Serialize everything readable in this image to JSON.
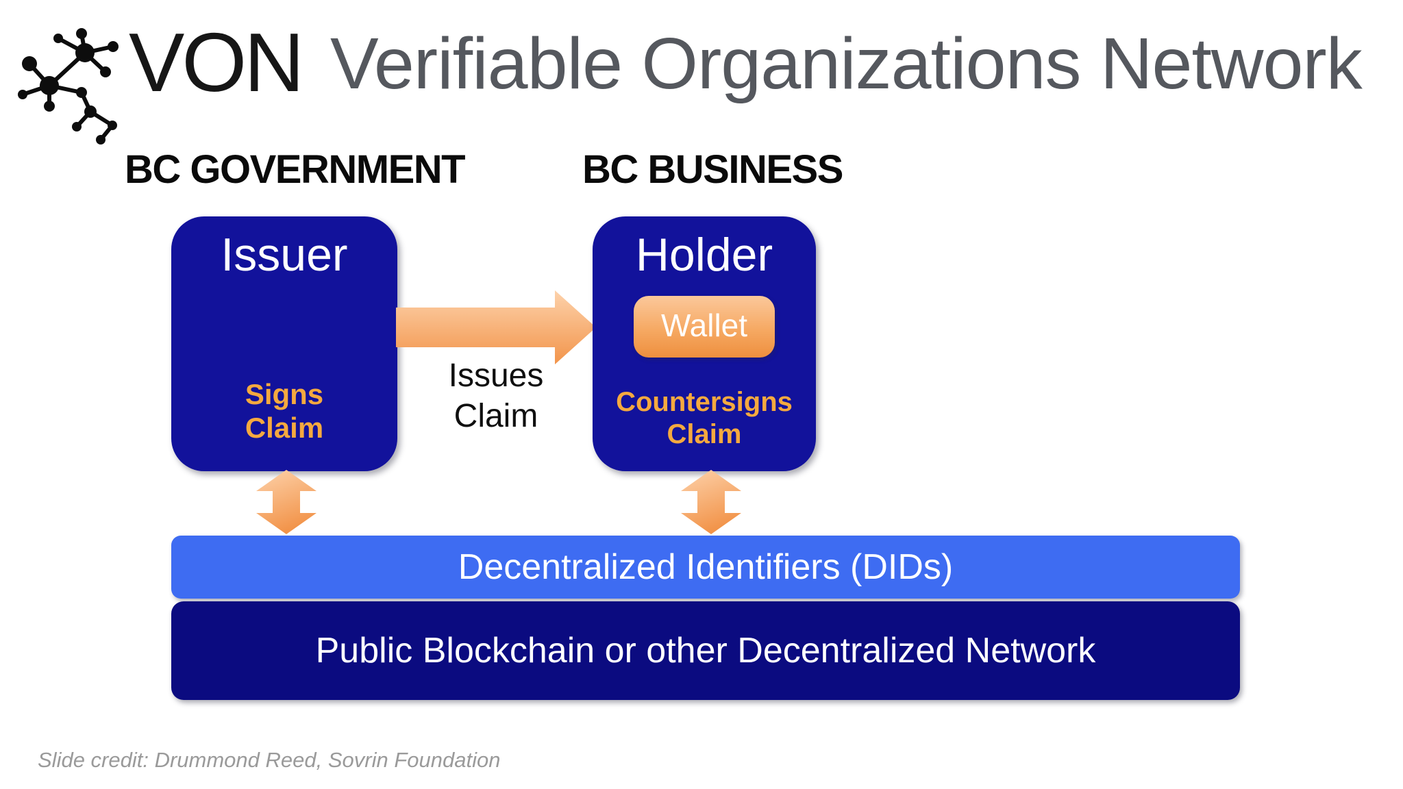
{
  "colors": {
    "navy_box": "#12129B",
    "navy_bar": "#0B0B80",
    "did_blue": "#3E6CF2",
    "orange_text": "#F5A93F",
    "arrow_light": "#FDD2AB",
    "arrow_dark": "#F2944A",
    "title_gray": "#55585E",
    "credit_gray": "#9A9A9A"
  },
  "header": {
    "brand": "VON",
    "title": "Verifiable Organizations Network"
  },
  "column_labels": {
    "left": "BC GOVERNMENT",
    "right": "BC BUSINESS"
  },
  "issuer": {
    "title": "Issuer",
    "action_line1": "Signs",
    "action_line2": "Claim"
  },
  "flow": {
    "label_line1": "Issues",
    "label_line2": "Claim"
  },
  "holder": {
    "title": "Holder",
    "wallet": "Wallet",
    "action_line1": "Countersigns",
    "action_line2": "Claim"
  },
  "layers": {
    "did_bar": "Decentralized Identifiers (DIDs)",
    "network_bar": "Public Blockchain or other Decentralized Network"
  },
  "footer": {
    "credit": "Slide credit: Drummond Reed, Sovrin Foundation"
  }
}
